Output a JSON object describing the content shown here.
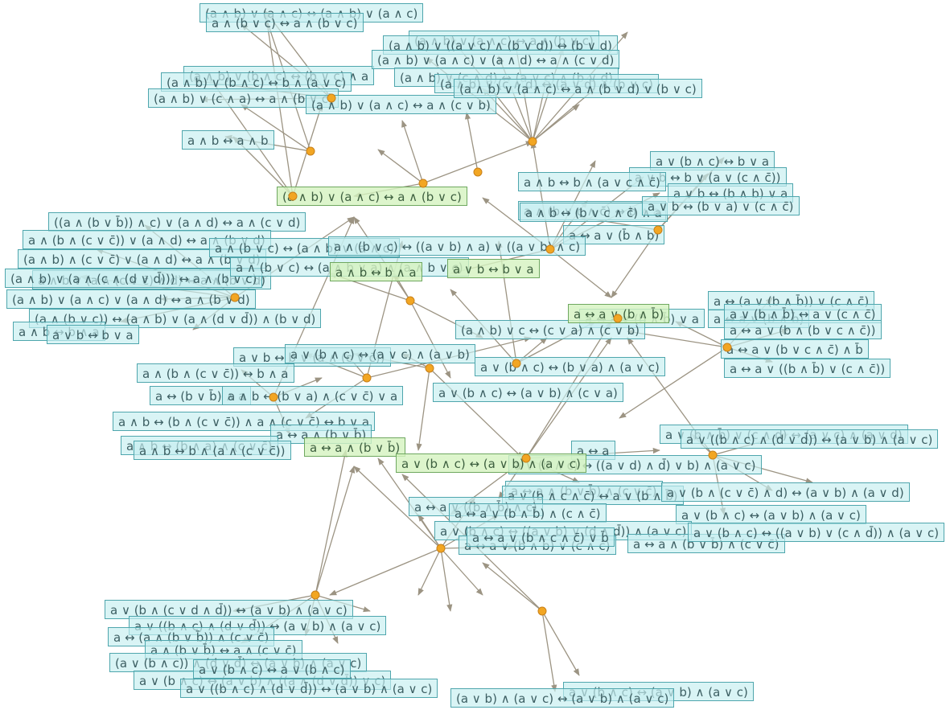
{
  "diagram": {
    "boxes": [
      {
        "id": "b1",
        "text": "(a ∧ b) ∨ (a ∧ c) ↔ (a ∧ b) ∨ (a ∧ c)"
      },
      {
        "id": "b2",
        "text": "a ∧ (b ∨ c) ↔ a ∧ (b ∨ c)"
      },
      {
        "id": "b3",
        "text": "(a ∧ b) ∨ (b ∧ c) ↔ (b ∨ c) ∧ a"
      },
      {
        "id": "b4",
        "text": "(a ∧ b) ∨ (b ∧ c) ↔ b ∧ (a ∨ c)"
      },
      {
        "id": "b5",
        "text": "(a ∧ b) ∨ (c ∧ a) ↔ a ∧ (b ∨ c)"
      },
      {
        "id": "b6",
        "text": "(a ∧ b) ∨ (a ∧ c) ↔ a ∧ (c ∨ b)"
      },
      {
        "id": "b7",
        "text": "a ∧ b ↔ a ∧ b"
      },
      {
        "id": "b8",
        "text": "(a ∧ b) ∨ (a ∧ c) ↔ a ∧ (b ∨ c)"
      },
      {
        "id": "b9",
        "text": "(a ∧ b) ∨ ((a ∨ c) ∧ (b ∨ d)) ↔ (b ∨ d)"
      },
      {
        "id": "b10",
        "text": "(a ∧ b) ∨ (a ∧ c) ∨ (a ∧ d) ↔ a ∧ (c ∨ d)"
      },
      {
        "id": "b11",
        "text": "(a ∧ b) ∨ (c ∧ d) ↔ (a ∨ c) ∧ (b ∨ d)"
      },
      {
        "id": "b12",
        "text": "(a ∧ b) ∨ (c ∧ d) ↔ (a ∨ d) ∧ (b ∨ c)"
      },
      {
        "id": "b13",
        "text": "(a ∧ b) ∨ (a ∧ c) ↔ a ∧ (b ∨ d) ∨ (b ∨ c)"
      },
      {
        "id": "b14",
        "text": "a ∨ (b ∧ c) ↔ b ∨ a"
      },
      {
        "id": "b15",
        "text": "a ∨ b ↔ b ∨ (a ∨ (c ∧ c̄))"
      },
      {
        "id": "b16",
        "text": "a ∧ b ↔ b ∧ (a ∨ c ∧ c̄)"
      },
      {
        "id": "b17",
        "text": "a ∧ (b ∨ c ∧ c̄) ↔ b ∧ a"
      },
      {
        "id": "b18",
        "text": "a ∨ b ↔ (b ∧ b) ∨ a"
      },
      {
        "id": "b19",
        "text": "a ∧ b ↔ (b ∨ c ∧ c̄) ∧ a"
      },
      {
        "id": "b20",
        "text": "a ∨ b ↔ (b ∨ a) ∨ (c ∧ c̄)"
      },
      {
        "id": "b21",
        "text": "a ↔ a ∨ (b̄ ∧ b)"
      },
      {
        "id": "b22",
        "text": "((a ∧ (b ∨ b̄)) ∧ c) ∨ (a ∧ d) ↔ a ∧ (c ∨ d)"
      },
      {
        "id": "b23",
        "text": "a ∧ (b ∧ (c ∨ c̄)) ∨ (a ∧ d) ↔ a ∧ (b ∨ d)"
      },
      {
        "id": "b24",
        "text": "(a ∧ b) ∧ (c ∨ c̄) ∨ (a ∧ d) ↔ a ∧ (b ∨ d)"
      },
      {
        "id": "b25",
        "text": "a ∧ b ∨ (a ∧ (c ∨ c̄) ∧ d) ↔ a ∧ (b ∨ d)"
      },
      {
        "id": "b26",
        "text": "(a ∧ b) ∨ (a ∧ (c ∧ (d ∨ d̄))) ↔ a ∧ (b ∨ c)"
      },
      {
        "id": "b27",
        "text": "(a ∧ b) ∨ (a ∧ c) ∨ (a ∧ d) ↔ a ∧ (b ∨ d)"
      },
      {
        "id": "b28",
        "text": "(a ∧ (b ∨ c)) ↔ (a ∧ b) ∨ (a ∧ (d ∨ d̄)) ∧ (b ∨ d)"
      },
      {
        "id": "b29",
        "text": "a ∧ (b ∨ c) ↔ (a ∧ b) ∨ (a ∧ c)"
      },
      {
        "id": "b30",
        "text": "a ∧ (b ∨ c) ↔ ((a ∨ b) ∧ a) ∨ ((a ∨ b) ∧ c)"
      },
      {
        "id": "b31",
        "text": "a ∧ (b ∨ c) ↔ (a ∧ b ∨ a) ∧ (a ∧ b ∨ c)"
      },
      {
        "id": "b32",
        "text": "a ∧ b ↔ b ∧ a"
      },
      {
        "id": "b33",
        "text": "a ∨ b ↔ b ∨ a"
      },
      {
        "id": "b34",
        "text": "a ↔ a ∨ (b ∧ b̄)"
      },
      {
        "id": "b35",
        "text": "a ↔ a ∨ (b ∧ b̄) ∨ a"
      },
      {
        "id": "b36",
        "text": "(a ∧ b) ∨ c ↔ (c ∨ a) ∧ (c ∨ b)"
      },
      {
        "id": "b37",
        "text": "a ↔ (a ∨ (b ∧ b̄)) ∨ (c ∧ c̄)"
      },
      {
        "id": "b38",
        "text": "a ∨ (b ∧ b̄) ↔ a ∨ (c ∧ c̄)"
      },
      {
        "id": "b39",
        "text": "a ↔ a ∨ (b ∧ (b ∨ c ∧ c̄))"
      },
      {
        "id": "b40",
        "text": "a ↔ a ∨ (b ∨ c ∧ c̄) ∧ b̄"
      },
      {
        "id": "b41",
        "text": "a ↔ a ∨ ((b ∧ b̄) ∨ (c ∧ c̄))"
      },
      {
        "id": "b42",
        "text": "a ∨ b ↔ b ∨ (a ∧ (c ∨ c̄))"
      },
      {
        "id": "b43",
        "text": "a ∨ (b ∧ c) ↔ (a ∨ c) ∧ (a ∨ b)"
      },
      {
        "id": "b44",
        "text": "a ∨ (b ∧ c) ↔ (b ∨ a) ∧ (a ∨ c)"
      },
      {
        "id": "b45",
        "text": "a ∨ (b ∧ c) ↔ (a ∨ b) ∧ (c ∨ a)"
      },
      {
        "id": "b46",
        "text": "a ∧ (b ∧ (c ∨ c̄)) ↔ b ∧ a"
      },
      {
        "id": "b47",
        "text": "a ↔ (b ∨ b̄) ∧ a"
      },
      {
        "id": "b48",
        "text": "a ∧ b ↔ (b ∨ a) ∧ (c ∨ c̄) ∨ a"
      },
      {
        "id": "b49",
        "text": "a ∧ b ↔ (b ∧ (c ∨ c̄)) ∧ a ∧ (c ∨ c̄) ↔ b ∨ a"
      },
      {
        "id": "b50",
        "text": "a ↔ a ∧ (b ∨ b̄)"
      },
      {
        "id": "b51",
        "text": "a ∧ b ↔ (b ∧ a) ∧ (c ∨ c̄)"
      },
      {
        "id": "b52",
        "text": "a ∧ b ↔ b ∧ (a ∧ (c ∨ c̄))"
      },
      {
        "id": "b53",
        "text": "a ↔ a ∧ (b ∨ b̄)"
      },
      {
        "id": "b54",
        "text": "a ∨ (b ∧ c) ↔ (a ∨ b) ∧ (a ∨ c)"
      },
      {
        "id": "b55",
        "text": "a ↔ a"
      },
      {
        "id": "b56",
        "text": "a ∨ (b ∧ b̄) ∨ (c ∧ d) ↔ (a ∨ c) ∧ (a ∨ d)"
      },
      {
        "id": "b57",
        "text": "a ∨ ((b ∧ c) ∧ (d ∨ d̄)) ↔ (a ∨ b) ∧ (a ∨ c)"
      },
      {
        "id": "b58",
        "text": "a ∨ (b ∧ c) ↔ ((a ∨ d) ∧ d̄) ∨ b) ∧ (a ∨ c)"
      },
      {
        "id": "b59",
        "text": "a ↔ a ∧ (b ∨ b̄) ∧ (c ∨ c̄)"
      },
      {
        "id": "b60",
        "text": "a ∨ (b ∧ c ∧ c̄) ↔ a ∨ (b ∧ b̄)"
      },
      {
        "id": "b61",
        "text": "a ∨ (b ∧ (c ∨ c̄) ∧ d) ↔ (a ∨ b) ∧ (a ∨ d)"
      },
      {
        "id": "b62",
        "text": "a ∨ (b ∧ c) ↔ (a ∨ b) ∧ (a ∨ c)"
      },
      {
        "id": "b63",
        "text": "a ↔ a ∨ ((b ∧ b̄) ∧ c)"
      },
      {
        "id": "b64",
        "text": "a ↔ a ∨ (b ∧ b̄) ∧ (c ∧ c̄)"
      },
      {
        "id": "b65",
        "text": "a ∨ (b ∧ c) ↔ ((a ∨ b) ∨ (d ∧ d̄)) ∧ (a ∨ c)"
      },
      {
        "id": "b66",
        "text": "a ↔ a ∨ (b ∧ b̄) ∨ (c ∧ c̄)"
      },
      {
        "id": "b67",
        "text": "a ↔ a ∧ (b ∨ b̄) ∧ (c ∨ c̄)"
      },
      {
        "id": "b68",
        "text": "a ∨ (b ∧ c) ↔ ((a ∨ b) ∨ (c ∧ d̄)) ∧ (a ∨ c)"
      },
      {
        "id": "b69",
        "text": "a ↔ a ∨ (b ∧ c ∧ c̄) ∨ b̄"
      },
      {
        "id": "b70",
        "text": "a ∨ (b ∧ (c ∨ d ∧ d̄)) ↔ (a ∨ b) ∧ (a ∨ c)"
      },
      {
        "id": "b71",
        "text": "a ∨ ((b ∧ c) ∧ (d ∨ d̄)) ↔ (a ∨ b) ∧ (a ∨ c)"
      },
      {
        "id": "b72",
        "text": "a ↔ (a ∧ (b ∨ b̄)) ∧ (c ∨ c̄)"
      },
      {
        "id": "b73",
        "text": "a ∧ (b ∨ b̄) ↔ a ∧ (c ∨ c̄)"
      },
      {
        "id": "b74",
        "text": "(a ∨ (b ∧ c)) ∧ (d ∨ d̄) ↔ (a ∨ b) ∧ (a ∨ c)"
      },
      {
        "id": "b75",
        "text": "a ∨ (b ∧ c) ↔ (a ∨ b) ∧ ((a ∧ (d ∨ d̄)) ∨ c)"
      },
      {
        "id": "b76",
        "text": "a ∨ ((b ∧ c) ∧ (d ∨ d̄)) ↔ (a ∨ b) ∧ (a ∨ c)"
      },
      {
        "id": "b77",
        "text": "a ∨ (b ∧ c) ↔ (a ∨ b) ∧ (a ∨ c)"
      },
      {
        "id": "b78",
        "text": "(a ∨ b) ∧ (a ∨ c) ↔ (a ∨ b) ∧ (a ∨ c)"
      },
      {
        "id": "b79",
        "text": "a ∨ (b ∧ c) ↔ a ∨ (b ∧ c)"
      }
    ],
    "green_boxes": [
      {
        "id": "g1",
        "text": "(a ∧ b) ∨ (a ∧ c) ↔ a ∧ (b ∨ c)"
      },
      {
        "id": "g2",
        "text": "a ∧ b ↔ b ∧ a"
      },
      {
        "id": "g3",
        "text": "a ∨ b ↔ b ∨ a"
      },
      {
        "id": "g4",
        "text": "a ↔ a ∨ (b ∧ b̄)"
      },
      {
        "id": "g5",
        "text": "a ↔ a ∧ (b ∨ b̄)"
      },
      {
        "id": "g6",
        "text": "a ∨ (b ∧ c) ↔ (a ∨ b) ∧ (a ∨ c)"
      }
    ],
    "colors": {
      "box_fill": "#c6eef0",
      "box_border": "#4fa6ad",
      "green_fill": "#d4f2bf",
      "green_border": "#6fa860",
      "edge": "#9c9483",
      "node": "#f2a623",
      "node_border": "#c8801a",
      "text": "#3d5f63"
    }
  }
}
